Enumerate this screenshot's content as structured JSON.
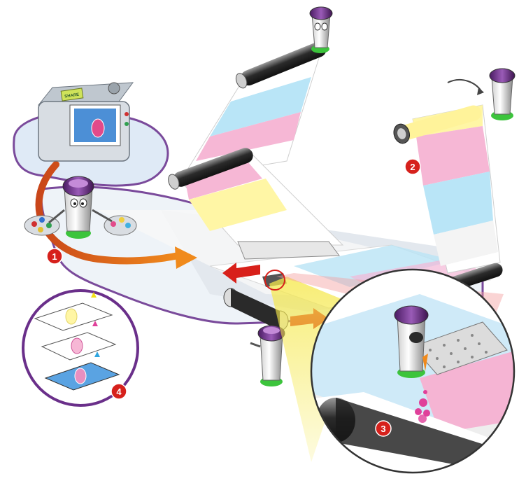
{
  "diagram": {
    "steps": [
      {
        "number": "1",
        "icon": "palette-robot-icon"
      },
      {
        "number": "2",
        "icon": "ribbon-roll-icon"
      },
      {
        "number": "3",
        "icon": "print-head-icon"
      },
      {
        "number": "4",
        "icon": "color-layers-icon"
      }
    ],
    "camera_label": "SHARE",
    "colors": {
      "badge": "#d6211c",
      "purple": "#6a2f8a",
      "arrow_orange": "#e8641b",
      "arrow_red": "#d8201a",
      "cyan": "#8fd3f0",
      "magenta": "#f2a3cc",
      "yellow": "#fff3a0",
      "green": "#3cc43c"
    }
  }
}
